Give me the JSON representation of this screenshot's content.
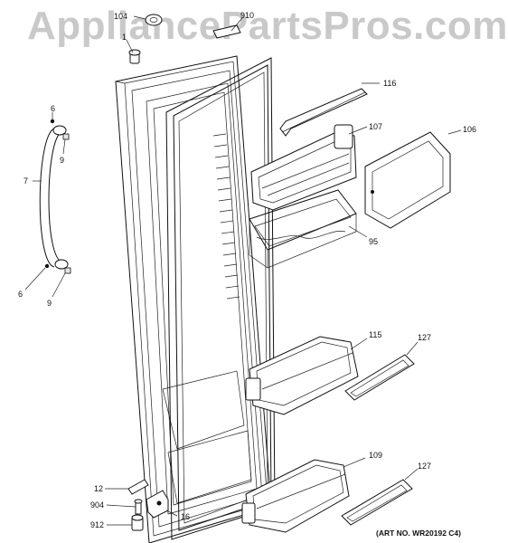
{
  "watermark": "AppliancePartsPros.com",
  "art_number": "(ART NO. WR20192 C4)",
  "callouts": {
    "c104": "104",
    "c910": "910",
    "c1": "1",
    "c116": "116",
    "c107": "107",
    "c106": "106",
    "c6a": "6",
    "c9a": "9",
    "c7": "7",
    "c6b": "6",
    "c9b": "9",
    "c95": "95",
    "c115": "115",
    "c127a": "127",
    "c109": "109",
    "c127b": "127",
    "c12": "12",
    "c904": "904",
    "c16": "16",
    "c912": "912"
  },
  "colors": {
    "line": "#111111",
    "watermark": "#c9c9c9",
    "background": "#ffffff"
  }
}
